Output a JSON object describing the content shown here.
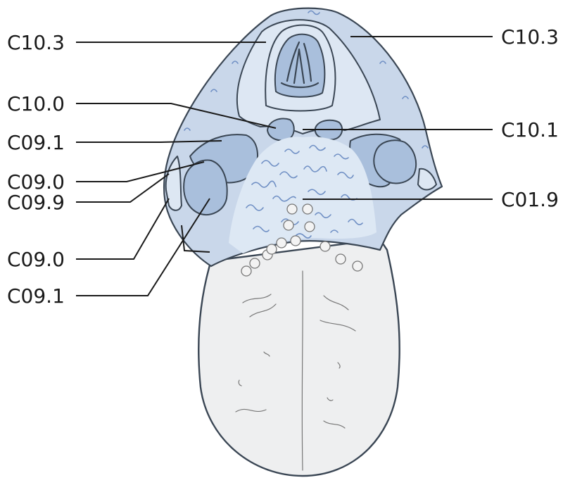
{
  "labels": {
    "left": [
      "C10.3",
      "C10.0",
      "C09.1",
      "C09.0",
      "C09.9",
      "C09.0",
      "C09.1"
    ],
    "right": [
      "C10.3",
      "C10.1",
      "C01.9"
    ]
  },
  "colors": {
    "tissue_blue": "#c9d7ea",
    "tissue_blue_dark": "#a9bfdc",
    "tongue_body": "#eeeff0",
    "outline": "#3a4654",
    "text": "#1a1a1a"
  }
}
